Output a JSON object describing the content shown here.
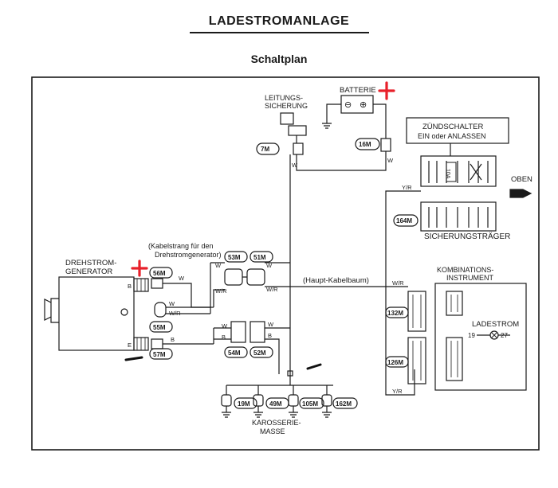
{
  "header": {
    "title": "LADESTROMANLAGE",
    "subtitle": "Schaltplan"
  },
  "components": {
    "battery": "BATTERIE",
    "fusible_link_1": "LEITUNGS-",
    "fusible_link_2": "SICHERUNG",
    "ignition_switch_1": "ZÜNDSCHALTER",
    "ignition_switch_2": "EIN oder ANLASSEN",
    "fuse_box": "SICHERUNGSTRÄGER",
    "fuse_rating": "10A",
    "alternator_1": "DREHSTROM-",
    "alternator_2": "GENERATOR",
    "harness_note_1": "(Kabelstrang für den",
    "harness_note_2": "Drehstromgenerator)",
    "main_harness": "(Haupt-Kabelbaum)",
    "cluster_1": "KOMBINATIONS-",
    "cluster_2": "INSTRUMENT",
    "charge_lamp": "LADESTROM",
    "ground_1": "KAROSSERIE-",
    "ground_2": "MASSE",
    "oben": "OBEN"
  },
  "connectors": {
    "c7m": "7M",
    "c16m": "16M",
    "c164m": "164M",
    "c53m": "53M",
    "c51m": "51M",
    "c56m": "56M",
    "c55m": "55M",
    "c57m": "57M",
    "c54m": "54M",
    "c52m": "52M",
    "c132m": "132M",
    "c126m": "126M",
    "c19m": "19M",
    "c49m": "49M",
    "c105m": "105M",
    "c162m": "162M"
  },
  "pins": {
    "b": "B",
    "e": "E",
    "minus": "⊖",
    "plus": "⊕",
    "lamp_l": "19",
    "lamp_r": "27"
  },
  "wire_colors": {
    "w": "W",
    "b": "B",
    "wr": "W/R",
    "yr": "Y/R"
  },
  "marks": {
    "plus_color": "#e8202a"
  }
}
